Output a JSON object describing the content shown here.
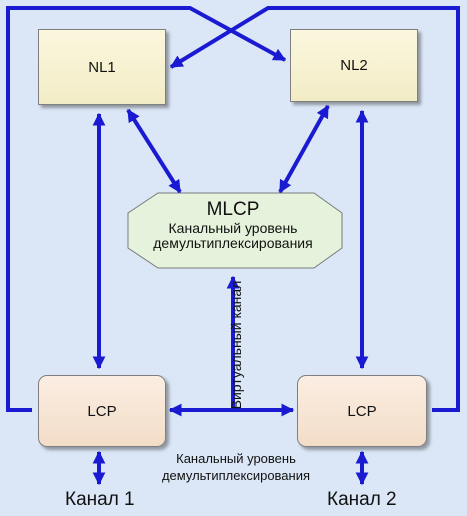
{
  "nodes": {
    "nl1": "NL1",
    "nl2": "NL2",
    "lcp1": "LCP",
    "lcp2": "LCP",
    "mlcp_title": "MLCP",
    "mlcp_subtitle": "Канальный уровень демультиплексирования"
  },
  "labels": {
    "virtual_channel": "Виртуальный канал",
    "mux_level": "Канальный уровень демультиплексирования",
    "channel_1": "Канал 1",
    "channel_2": "Канал 2"
  },
  "colors": {
    "arrow": "#1a1ad2",
    "background": "#dbe7f6",
    "nl_fill": "#f7f2d3",
    "lcp_fill": "#f6e4d2",
    "mlcp_fill": "#e6f3dc"
  }
}
